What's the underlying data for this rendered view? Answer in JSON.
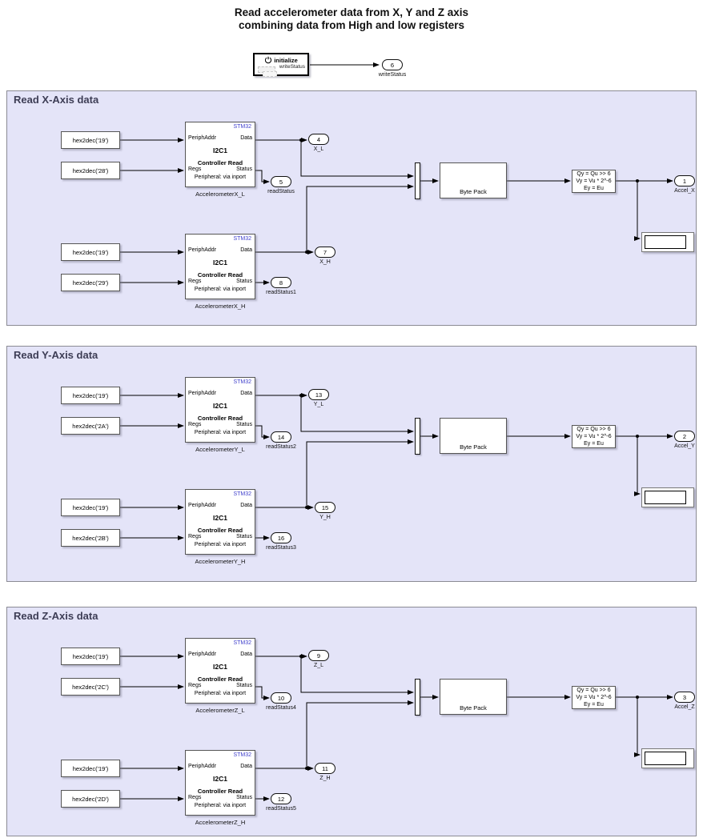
{
  "title": {
    "line1": "Read accelerometer data from X, Y and Z axis",
    "line2": "combining data from High and low registers"
  },
  "colors": {
    "section_bg": "#e4e4f8",
    "section_border": "#8b8b94",
    "stm32_blue": "#4040cc",
    "wire": "#000000"
  },
  "initialize": {
    "label": "initialize",
    "inner_port_label": "writeStatus",
    "port_number": "6",
    "port_label": "writeStatus"
  },
  "i2c_common": {
    "tag": "STM32",
    "in_top": "PeriphAddr",
    "in_bottom": "Regs",
    "out_top": "Data",
    "out_bottom": "Status",
    "title": "I2C1",
    "subtitle": "Controller Read",
    "footer": "Peripheral: via inport"
  },
  "byte_pack_label": "Byte Pack",
  "conversion_lines": [
    "Qy = Qu >> 6",
    "Vy = Vu * 2^-6",
    "Ey = Eu"
  ],
  "sections": [
    {
      "title": "Read X-Axis data",
      "low": {
        "addr_const": "hex2dec('19')",
        "reg_const": "hex2dec('28')",
        "block_name": "AccelerometerX_L",
        "data_port": {
          "number": "4",
          "label": "X_L"
        },
        "status_port": {
          "number": "5",
          "label": "readStatus"
        }
      },
      "high": {
        "addr_const": "hex2dec('19')",
        "reg_const": "hex2dec('29')",
        "block_name": "AccelerometerX_H",
        "data_port": {
          "number": "7",
          "label": "X_H"
        },
        "status_port": {
          "number": "8",
          "label": "readStatus1"
        }
      },
      "output_port": {
        "number": "1",
        "label": "Accel_X"
      }
    },
    {
      "title": "Read Y-Axis data",
      "low": {
        "addr_const": "hex2dec('19')",
        "reg_const": "hex2dec('2A')",
        "block_name": "AccelerometerY_L",
        "data_port": {
          "number": "13",
          "label": "Y_L"
        },
        "status_port": {
          "number": "14",
          "label": "readStatus2"
        }
      },
      "high": {
        "addr_const": "hex2dec('19')",
        "reg_const": "hex2dec('2B')",
        "block_name": "AccelerometerY_H",
        "data_port": {
          "number": "15",
          "label": "Y_H"
        },
        "status_port": {
          "number": "16",
          "label": "readStatus3"
        }
      },
      "output_port": {
        "number": "2",
        "label": "Accel_Y"
      }
    },
    {
      "title": "Read Z-Axis data",
      "low": {
        "addr_const": "hex2dec('19')",
        "reg_const": "hex2dec('2C')",
        "block_name": "AccelerometerZ_L",
        "data_port": {
          "number": "9",
          "label": "Z_L"
        },
        "status_port": {
          "number": "10",
          "label": "readStatus4"
        }
      },
      "high": {
        "addr_const": "hex2dec('19')",
        "reg_const": "hex2dec('2D')",
        "block_name": "AccelerometerZ_H",
        "data_port": {
          "number": "11",
          "label": "Z_H"
        },
        "status_port": {
          "number": "12",
          "label": "readStatus5"
        }
      },
      "output_port": {
        "number": "3",
        "label": "Accel_Z"
      }
    }
  ]
}
